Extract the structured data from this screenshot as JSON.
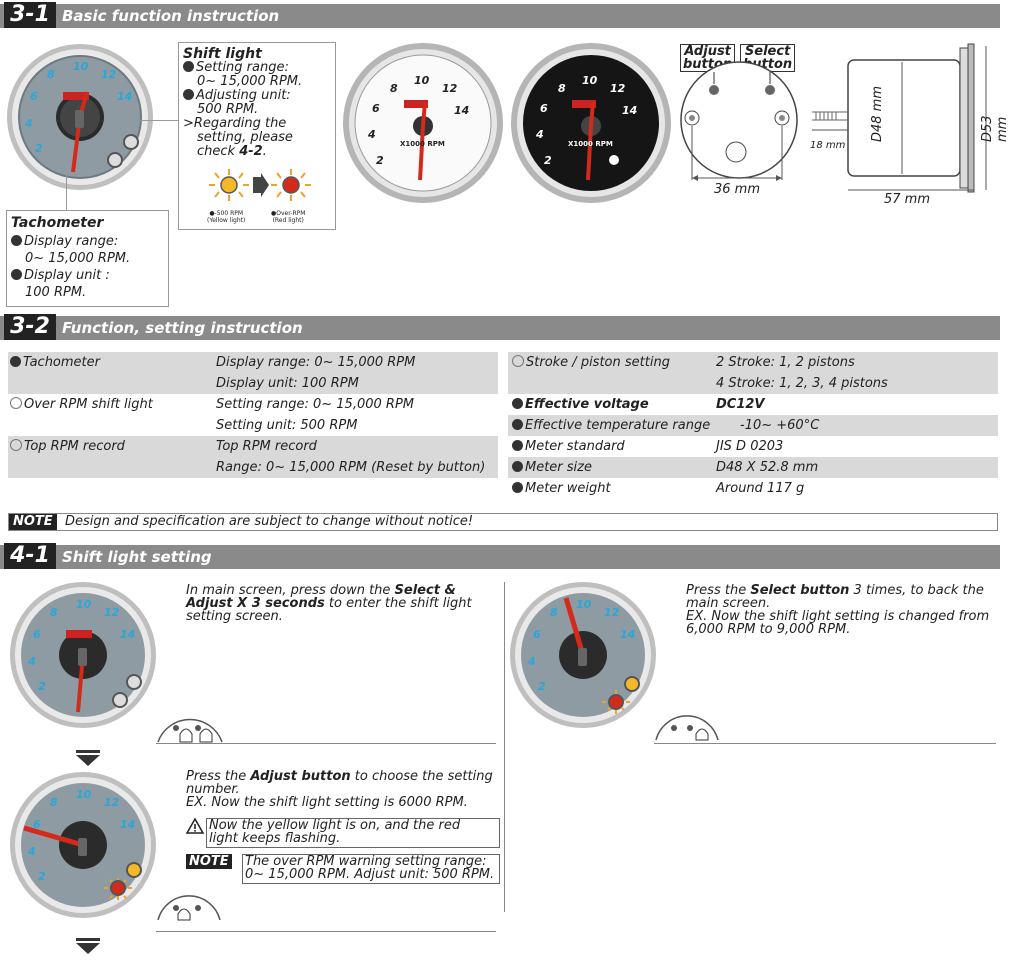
{
  "s31": {
    "num": "3-1",
    "title": "Basic function instruction"
  },
  "shift_box": {
    "title": "Shift light",
    "l1": "Setting range:",
    "l2": "0~ 15,000 RPM.",
    "l3": "Adjusting unit:",
    "l4": "500 RPM.",
    "l5": ">Regarding the",
    "l6": "setting, please",
    "l7": "check ",
    "l7b": "4-2",
    "l7c": ".",
    "yl1": "●-500 RPM",
    "yl2": "(Yellow light)",
    "rl1": "●Over-RPM",
    "rl2": "(Red light)"
  },
  "tach_box": {
    "title": "Tachometer",
    "l1": "Display range:",
    "l2": "0~ 15,000 RPM.",
    "l3": "Display unit :",
    "l4": "100 RPM."
  },
  "dial": {
    "ticks": [
      "2",
      "4",
      "6",
      "8",
      "10",
      "12",
      "14"
    ],
    "unit": "X1000 RPM"
  },
  "dimensions": {
    "adjust": "Adjust\nbutton",
    "adjust_l1": "Adjust",
    "adjust_l2": "button",
    "select_l1": "Select",
    "select_l2": "button",
    "w36": "36 mm",
    "bolt": "18 mm",
    "d48": "D48 mm",
    "d53": "D53 mm",
    "w57": "57 mm"
  },
  "s32": {
    "num": "3-2",
    "title": "Function, setting instruction"
  },
  "spec_left": [
    {
      "name": "Tachometer",
      "v1": "Display range: 0~ 15,000 RPM",
      "v2": "Display unit: 100 RPM"
    },
    {
      "name": "Over RPM shift light",
      "v1": "Setting range: 0~ 15,000 RPM",
      "v2": "Setting unit: 500 RPM"
    },
    {
      "name": "Top RPM record",
      "v1": "Top RPM record",
      "v2": "Range: 0~ 15,000 RPM (Reset by button)"
    }
  ],
  "spec_right": [
    {
      "name": "Stroke / piston setting",
      "v": "2 Stroke: 1,  2 pistons"
    },
    {
      "name": "",
      "v": "4 Stroke: 1,  2,  3,  4 pistons"
    },
    {
      "name": "Effective voltage",
      "v": "DC12V"
    },
    {
      "name": "Effective temperature range",
      "v": "-10~ +60°C"
    },
    {
      "name": "Meter standard",
      "v": "JIS D 0203"
    },
    {
      "name": "Meter size",
      "v": "D48 X 52.8 mm"
    },
    {
      "name": "Meter weight",
      "v": "Around 117 g"
    }
  ],
  "note": {
    "label": "NOTE",
    "text": "Design and specification are subject to change without notice!"
  },
  "s41": {
    "num": "4-1",
    "title": "Shift light setting"
  },
  "step1": {
    "a": "In main screen, press down the ",
    "b": "Select &",
    "c": "Adjust X 3 seconds",
    "d": " to enter the shift light",
    "e": "setting screen."
  },
  "step2": {
    "a": "Press the ",
    "b": "Adjust button",
    "c": " to choose the setting",
    "d": "number.",
    "e": "EX. Now the shift light setting is 6000 RPM.",
    "warn1": "Now the yellow light is on, and the red",
    "warn2": "light keeps flashing.",
    "note_label": "NOTE",
    "note1": "The over RPM warning setting range:",
    "note2": "0~ 15,000 RPM. Adjust unit: 500 RPM."
  },
  "step3": {
    "a": "Press the ",
    "b": "Select button",
    "c": " 3 times, to back the",
    "d": "main screen.",
    "e": "EX. Now the shift light setting is changed from",
    "f": "6,000 RPM to 9,000 RPM."
  },
  "colors": {
    "band": "#8a8a8a",
    "blue": "#2aa6d8",
    "red": "#d42a1a",
    "yellow": "#f5b82a"
  }
}
